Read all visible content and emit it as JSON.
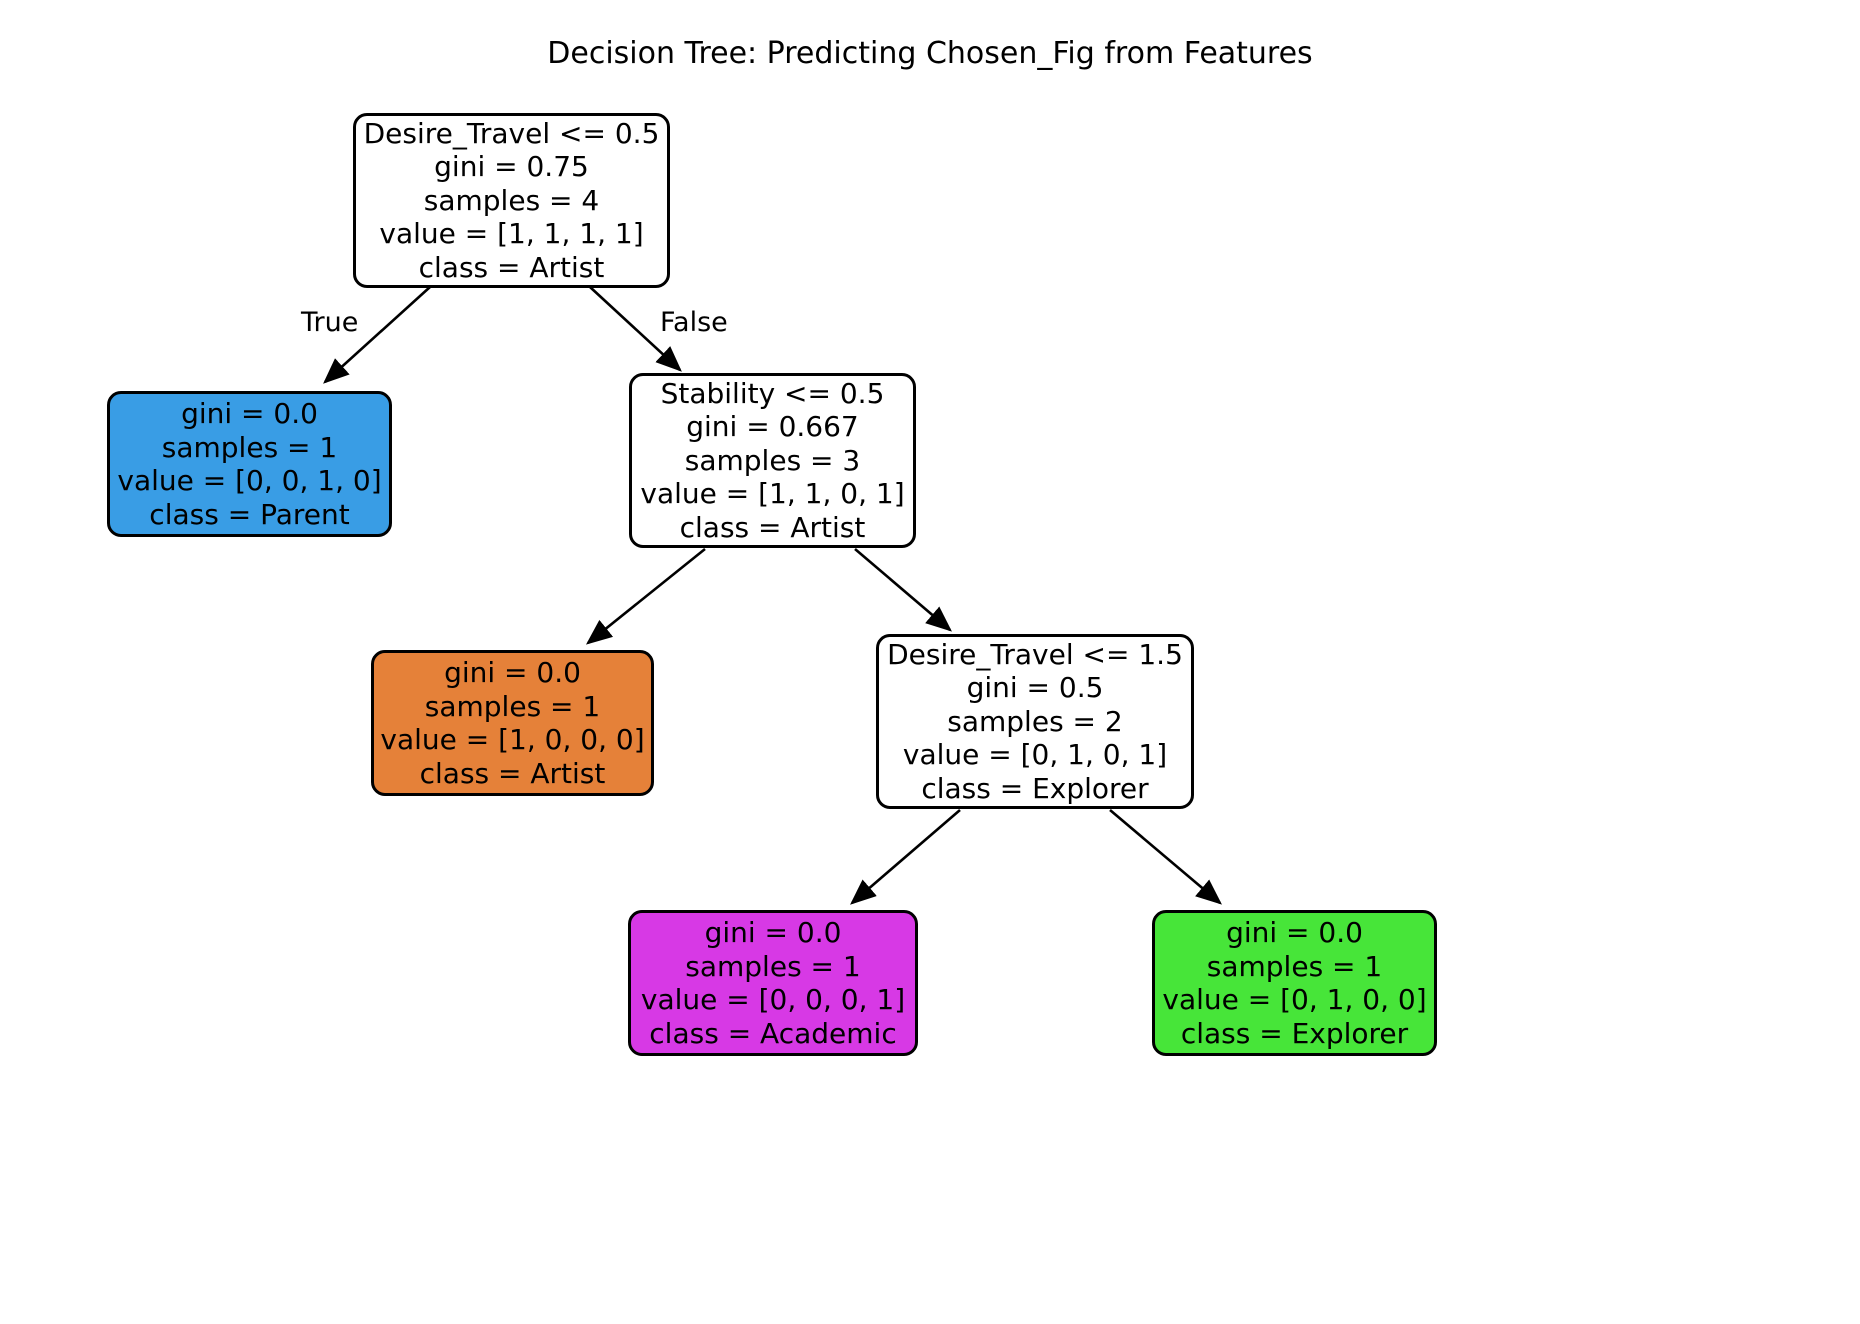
{
  "title": "Decision Tree: Predicting Chosen_Fig from Features",
  "edge_labels": {
    "true": "True",
    "false": "False"
  },
  "colors": {
    "background": "#ffffff",
    "border": "#000000",
    "text": "#000000",
    "internal_fill": "#ffffff",
    "parent_blue": "#399de5",
    "artist_orange": "#e58139",
    "academic_magenta": "#d739e5",
    "explorer_green": "#47e539"
  },
  "chart_data": {
    "type": "tree",
    "title": "Decision Tree: Predicting Chosen_Fig from Features",
    "class_names": [
      "Artist",
      "Explorer",
      "Parent",
      "Academic"
    ],
    "feature_names": [
      "Desire_Travel",
      "Stability"
    ],
    "edge_labels": [
      "True",
      "False"
    ],
    "nodes": [
      {
        "id": "root",
        "lines": [
          "Desire_Travel <= 0.5",
          "gini = 0.75",
          "samples = 4",
          "value = [1, 1, 1, 1]",
          "class = Artist"
        ],
        "condition": "Desire_Travel <= 0.5",
        "gini": 0.75,
        "samples": 4,
        "value": [
          1,
          1,
          1,
          1
        ],
        "class": "Artist",
        "fill": "#ffffff",
        "is_leaf": false
      },
      {
        "id": "leaf-parent",
        "lines": [
          "gini = 0.0",
          "samples = 1",
          "value = [0, 0, 1, 0]",
          "class = Parent"
        ],
        "gini": 0.0,
        "samples": 1,
        "value": [
          0,
          0,
          1,
          0
        ],
        "class": "Parent",
        "fill": "#399de5",
        "is_leaf": true
      },
      {
        "id": "stability",
        "lines": [
          "Stability <= 0.5",
          "gini = 0.667",
          "samples = 3",
          "value = [1, 1, 0, 1]",
          "class = Artist"
        ],
        "condition": "Stability <= 0.5",
        "gini": 0.667,
        "samples": 3,
        "value": [
          1,
          1,
          0,
          1
        ],
        "class": "Artist",
        "fill": "#ffffff",
        "is_leaf": false
      },
      {
        "id": "leaf-artist",
        "lines": [
          "gini = 0.0",
          "samples = 1",
          "value = [1, 0, 0, 0]",
          "class = Artist"
        ],
        "gini": 0.0,
        "samples": 1,
        "value": [
          1,
          0,
          0,
          0
        ],
        "class": "Artist",
        "fill": "#e58139",
        "is_leaf": true
      },
      {
        "id": "desire-travel-2",
        "lines": [
          "Desire_Travel <= 1.5",
          "gini = 0.5",
          "samples = 2",
          "value = [0, 1, 0, 1]",
          "class = Explorer"
        ],
        "condition": "Desire_Travel <= 1.5",
        "gini": 0.5,
        "samples": 2,
        "value": [
          0,
          1,
          0,
          1
        ],
        "class": "Explorer",
        "fill": "#ffffff",
        "is_leaf": false
      },
      {
        "id": "leaf-academic",
        "lines": [
          "gini = 0.0",
          "samples = 1",
          "value = [0, 0, 0, 1]",
          "class = Academic"
        ],
        "gini": 0.0,
        "samples": 1,
        "value": [
          0,
          0,
          0,
          1
        ],
        "class": "Academic",
        "fill": "#d739e5",
        "is_leaf": true
      },
      {
        "id": "leaf-explorer",
        "lines": [
          "gini = 0.0",
          "samples = 1",
          "value = [0, 1, 0, 0]",
          "class = Explorer"
        ],
        "gini": 0.0,
        "samples": 1,
        "value": [
          0,
          1,
          0,
          0
        ],
        "class": "Explorer",
        "fill": "#47e539",
        "is_leaf": true
      }
    ],
    "edges": [
      {
        "from": "root",
        "to": "leaf-parent",
        "label": "True"
      },
      {
        "from": "root",
        "to": "stability",
        "label": "False"
      },
      {
        "from": "stability",
        "to": "leaf-artist",
        "label": ""
      },
      {
        "from": "stability",
        "to": "desire-travel-2",
        "label": ""
      },
      {
        "from": "desire-travel-2",
        "to": "leaf-academic",
        "label": ""
      },
      {
        "from": "desire-travel-2",
        "to": "leaf-explorer",
        "label": ""
      }
    ]
  },
  "nodes": {
    "root": {
      "l0": "Desire_Travel <= 0.5",
      "l1": "gini = 0.75",
      "l2": "samples = 4",
      "l3": "value = [1, 1, 1, 1]",
      "l4": "class = Artist"
    },
    "leaf_parent": {
      "l0": "gini = 0.0",
      "l1": "samples = 1",
      "l2": "value = [0, 0, 1, 0]",
      "l3": "class = Parent"
    },
    "stability": {
      "l0": "Stability <= 0.5",
      "l1": "gini = 0.667",
      "l2": "samples = 3",
      "l3": "value = [1, 1, 0, 1]",
      "l4": "class = Artist"
    },
    "leaf_artist": {
      "l0": "gini = 0.0",
      "l1": "samples = 1",
      "l2": "value = [1, 0, 0, 0]",
      "l3": "class = Artist"
    },
    "desire_travel_2": {
      "l0": "Desire_Travel <= 1.5",
      "l1": "gini = 0.5",
      "l2": "samples = 2",
      "l3": "value = [0, 1, 0, 1]",
      "l4": "class = Explorer"
    },
    "leaf_academic": {
      "l0": "gini = 0.0",
      "l1": "samples = 1",
      "l2": "value = [0, 0, 0, 1]",
      "l3": "class = Academic"
    },
    "leaf_explorer": {
      "l0": "gini = 0.0",
      "l1": "samples = 1",
      "l2": "value = [0, 1, 0, 0]",
      "l3": "class = Explorer"
    }
  }
}
